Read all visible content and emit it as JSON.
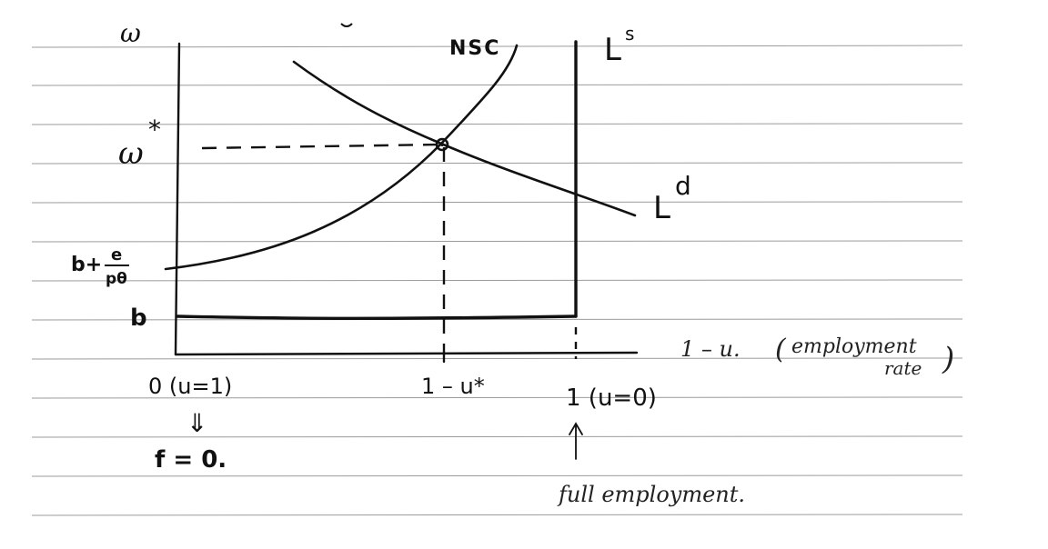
{
  "labels": {
    "y_axis": "ω",
    "nsc": "NSC",
    "ls": "L",
    "ls_sup": "s",
    "ld": "L",
    "ld_sup": "d",
    "w_star": "ω",
    "w_star_sup": "*",
    "b_plus_num": "e",
    "b_plus_prefix": "b+",
    "b_plus_den": "pθ",
    "b": "b",
    "x_axis": "1 – u.",
    "x_axis_note_1": "employment",
    "x_axis_note_2": "rate",
    "tick_zero": "0 (u=1)",
    "tick_ustar": "1 – u*",
    "tick_one": "1 (u=0)",
    "implies": "⇓",
    "f_zero": "f = 0.",
    "full_employment": "full employment."
  },
  "colors": {
    "ink": "#111111",
    "ruled_lines": "#7a7a7a",
    "paper": "#ffffff"
  }
}
